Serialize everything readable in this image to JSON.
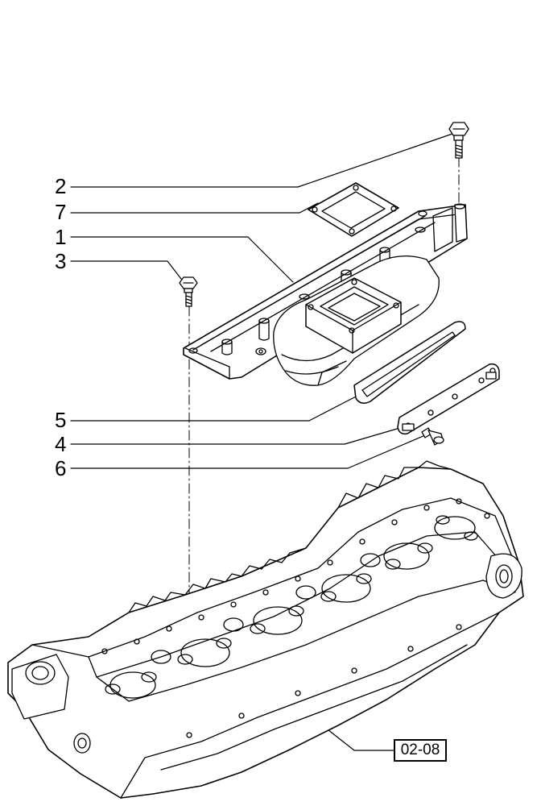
{
  "callouts": [
    {
      "id": "2",
      "label": "2"
    },
    {
      "id": "7",
      "label": "7"
    },
    {
      "id": "1",
      "label": "1"
    },
    {
      "id": "3",
      "label": "3"
    },
    {
      "id": "5",
      "label": "5"
    },
    {
      "id": "4",
      "label": "4"
    },
    {
      "id": "6",
      "label": "6"
    }
  ],
  "reference": {
    "label": "02-08"
  }
}
